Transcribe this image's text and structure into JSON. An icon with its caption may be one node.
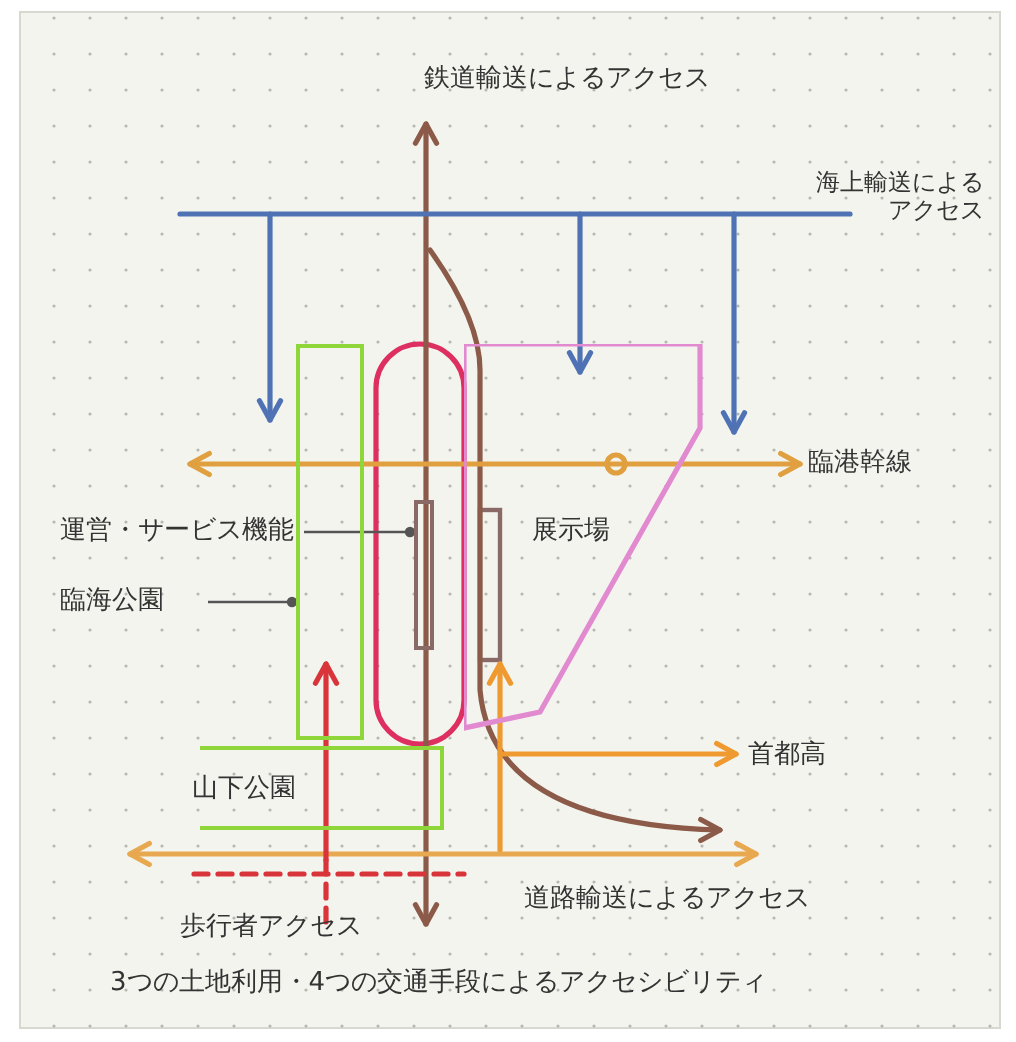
{
  "diagram": {
    "caption": "3つの土地利用・4つの交通手段によるアクセシビリティ",
    "nodes": [
      {
        "text": [
          "運営・サービス機能"
        ]
      },
      {
        "text": [],
        "shape": "bar"
      },
      {
        "text": [
          "臨海公園"
        ]
      },
      {
        "text": [],
        "shape": "box"
      },
      {
        "text": [
          "山下公園"
        ]
      },
      {
        "text": [
          "展示場"
        ]
      }
    ],
    "edges": [
      {
        "from": 0,
        "to": 1,
        "arrow": "other"
      },
      {
        "from": 2,
        "to": 3,
        "arrow": "other"
      }
    ],
    "labels": [
      "鉄道輸送によるアクセス",
      "海上輸送によるアクセス",
      "臨港幹線",
      "首都高",
      "道路輸送によるアクセス",
      "歩行者アクセス"
    ]
  }
}
